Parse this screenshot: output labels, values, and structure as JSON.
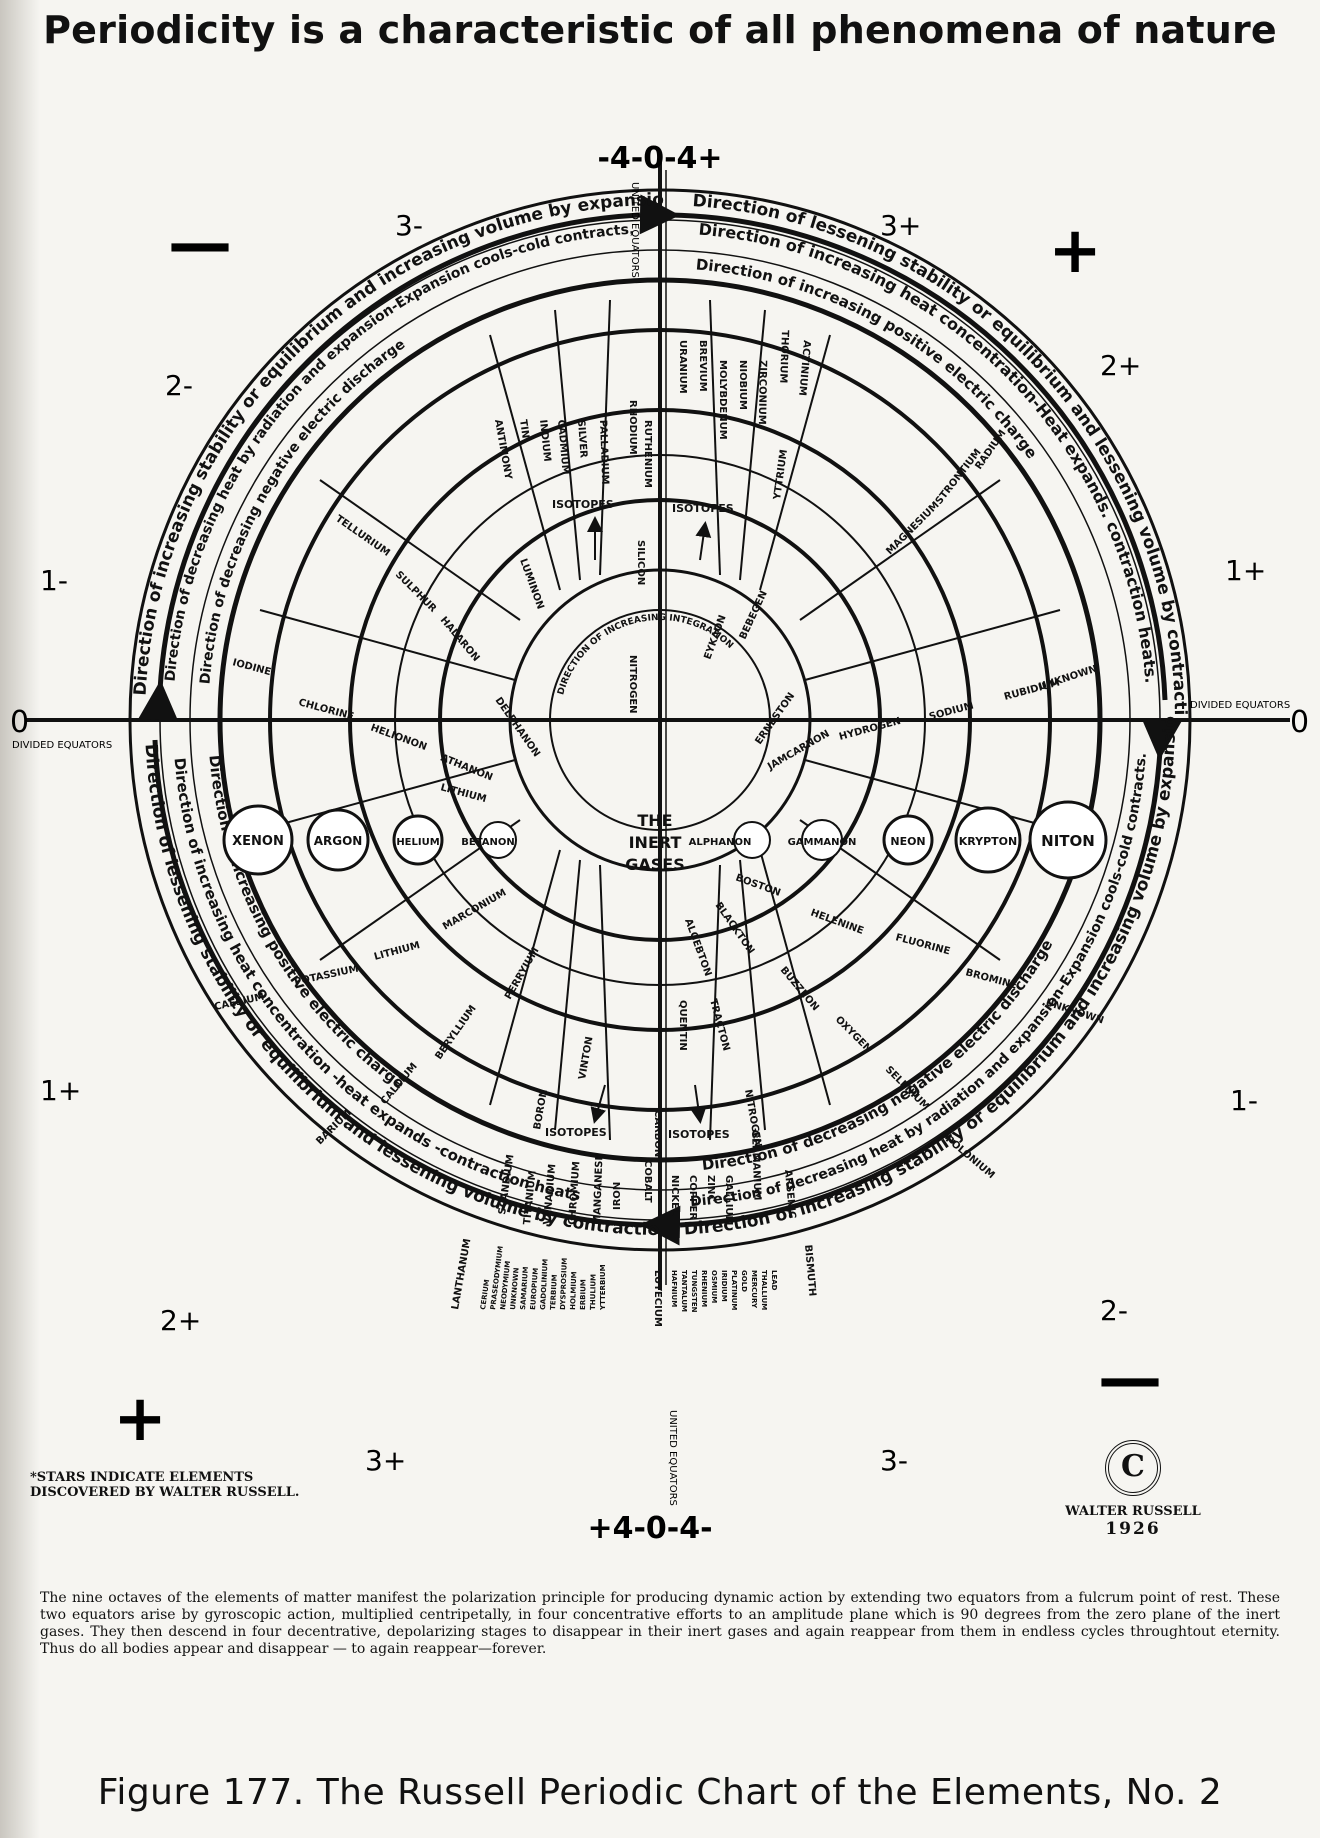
{
  "headline": "Periodicity is a characteristic of all phenomena of nature",
  "top_label": "-4-0-4+",
  "bottom_label": "+4-0-4-",
  "zero_left": "0",
  "zero_right": "0",
  "united_equators": "UNITED EQUATORS",
  "divided_equators": "DIVIDED EQUATORS",
  "center_text": [
    "THE",
    "INERT",
    "GASES"
  ],
  "isotopes": "ISOTOPES",
  "integration": "DIRECTION OF INCREASING INTEGRATION",
  "octave_marks": [
    "3-",
    "3+",
    "2-",
    "2+",
    "1-",
    "1+",
    "1+",
    "1-",
    "2+",
    "2-",
    "3+",
    "3-"
  ],
  "quadrant_signs": [
    "—",
    "+",
    "+",
    "—"
  ],
  "inert_gases": [
    "XENON",
    "ARGON",
    "HELIUM",
    "BETANON",
    "ALPHANON",
    "GAMMANON",
    "NEON",
    "KRYPTON",
    "NITON"
  ],
  "direction_texts": [
    "Direction of lessening stability or equilibrium and lessening volume by contraction.",
    "Direction of increasing heat concentration-Heat expands. contraction heats.",
    "Direction of increasing positive electric charge",
    "Direction of increasing stability or equilibrium and increasing volume by expansion.",
    "Direction of decreasing heat by radiation and expansion-Expansion cools-cold contracts.",
    "Direction of decreasing negative electric discharge",
    "Direction of increasing positive electric charge",
    "Direction of increasing heat concentration -heat expands -contraction heats",
    "Direction of lessening stability or equilibrium and lessening volume by contraction",
    "Direction of decreasing negative electric discharge",
    "Direction of decreasing heat by radiation and expansion-Expansion cools-cold contracts.",
    "Direction of increasing stability or equilibrium and increasing volume by expansion"
  ],
  "elements": {
    "top_left": [
      "ANTIMONY",
      "TIN",
      "INDIUM",
      "CADMIUM",
      "SILVER",
      "PALLADIUM",
      "RHODIUM",
      "RUTHENIUM",
      "SILICON",
      "TELLURIUM",
      "SULPHUR",
      "HALARON",
      "LUMINON",
      "IODINE",
      "CHLORINE",
      "HELIONON",
      "ATHANON",
      "DELPHANON",
      "NITROGEN"
    ],
    "top_right": [
      "URANIUM",
      "BREVIUM",
      "THORIUM",
      "ACTINIUM",
      "RADIUM",
      "STRONTIUM",
      "MAGNESIUM",
      "YTTRIUM",
      "NIOBIUM",
      "ZIRCONIUM",
      "MOLYBDENUM",
      "RUBIDIUM",
      "UNKNOWN",
      "SODIUM",
      "HYDROGEN",
      "LITHIUM",
      "ERNESTON",
      "EYKAON",
      "BEBEGEN",
      "JAMCARNON"
    ],
    "bottom_left": [
      "CAESIUM",
      "POTASSIUM",
      "LITHIUM",
      "MARCONIUM",
      "BARIUM",
      "CALCIUM",
      "BERYLLIUM",
      "PERRYIUM",
      "BORON",
      "VINTON",
      "SCANDIUM",
      "TITANIUM",
      "VANADIUM",
      "CHROMIUM",
      "MANGANESE",
      "IRON",
      "LANTHANUM",
      "CERIUM",
      "PRASEODYMIUM",
      "NEODYMIUM",
      "UNKNOWN",
      "SAMARIUM",
      "EUROPIUM",
      "GADOLINIUM",
      "TERBIUM",
      "DYSPROSIUM",
      "HOLMIUM",
      "ERBIUM",
      "THULIUM",
      "YTTERBIUM"
    ],
    "bottom_right": [
      "BOSTON",
      "HELENINE",
      "FLUORINE",
      "BROMINE",
      "UNKNOWN",
      "BLACKTON",
      "BUZZEON",
      "OXYGEN",
      "SELENIUM",
      "POLONIUM",
      "ALGEBTON",
      "TRACTON",
      "QUENTIN",
      "CARBON",
      "NITROGEN",
      "ARSENIC",
      "BISMUTH",
      "COBALT",
      "NICKEL",
      "COPPER",
      "ZINC",
      "GALLIUM",
      "GERMANIUM",
      "LUTECIUM",
      "HAFNIUM",
      "TANTALUM",
      "TUNGSTEN",
      "RHENIUM",
      "OSMIUM",
      "IRIDIUM",
      "PLATINUM",
      "GOLD",
      "MERCURY",
      "THALLIUM",
      "LEAD"
    ]
  },
  "stars_note": "*STARS INDICATE ELEMENTS DISCOVERED BY WALTER RUSSELL.",
  "copyright": {
    "symbol": "C",
    "name": "WALTER RUSSELL",
    "year": "1926"
  },
  "caption": "The nine octaves of the elements of matter manifest the polarization principle for producing dynamic action by extending two equators from a fulcrum point of rest. These two equators arise by gyroscopic action, multiplied centripetally, in four concentrative efforts to an amplitude plane which is 90 degrees from the zero plane of the inert gases. They then descend in four decentrative, depolarizing stages to disappear in their inert gases and again reappear from them in endless cycles throughtout eternity. Thus do all bodies appear and disappear — to again reappear—forever.",
  "figure_title": "Figure 177. The Russell Periodic Chart of the Elements, No. 2"
}
